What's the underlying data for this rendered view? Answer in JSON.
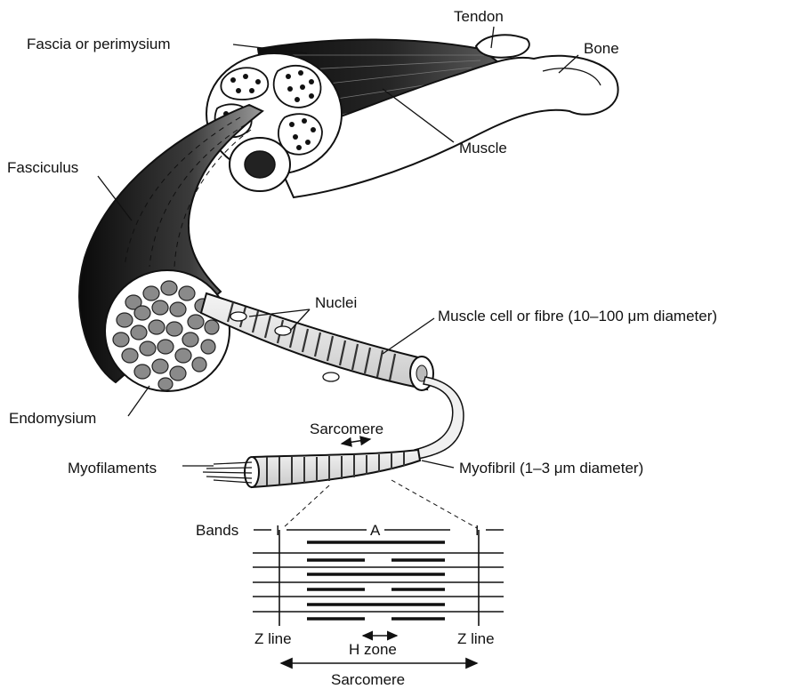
{
  "labels": {
    "tendon": "Tendon",
    "bone": "Bone",
    "fascia": "Fascia or perimysium",
    "muscle": "Muscle",
    "fasciculus": "Fasciculus",
    "nuclei": "Nuclei",
    "muscle_cell": "Muscle cell or fibre (10–100 μm diameter)",
    "endomysium": "Endomysium",
    "sarcomere_top": "Sarcomere",
    "myofilaments": "Myofilaments",
    "myofibril": "Myofibril (1–3 μm diameter)",
    "bands": "Bands",
    "band_i_left": "I",
    "band_a": "A",
    "band_i_right": "I",
    "z_line_left": "Z line",
    "h_zone": "H zone",
    "z_line_right": "Z line",
    "sarcomere_bottom": "Sarcomere"
  },
  "colors": {
    "ink": "#111111",
    "muscle_dark": "#1e1e1e",
    "fascicle_fill": "#8a8a8a",
    "fibre_fill": "#e6e6e6",
    "bone_fill": "#ffffff"
  }
}
